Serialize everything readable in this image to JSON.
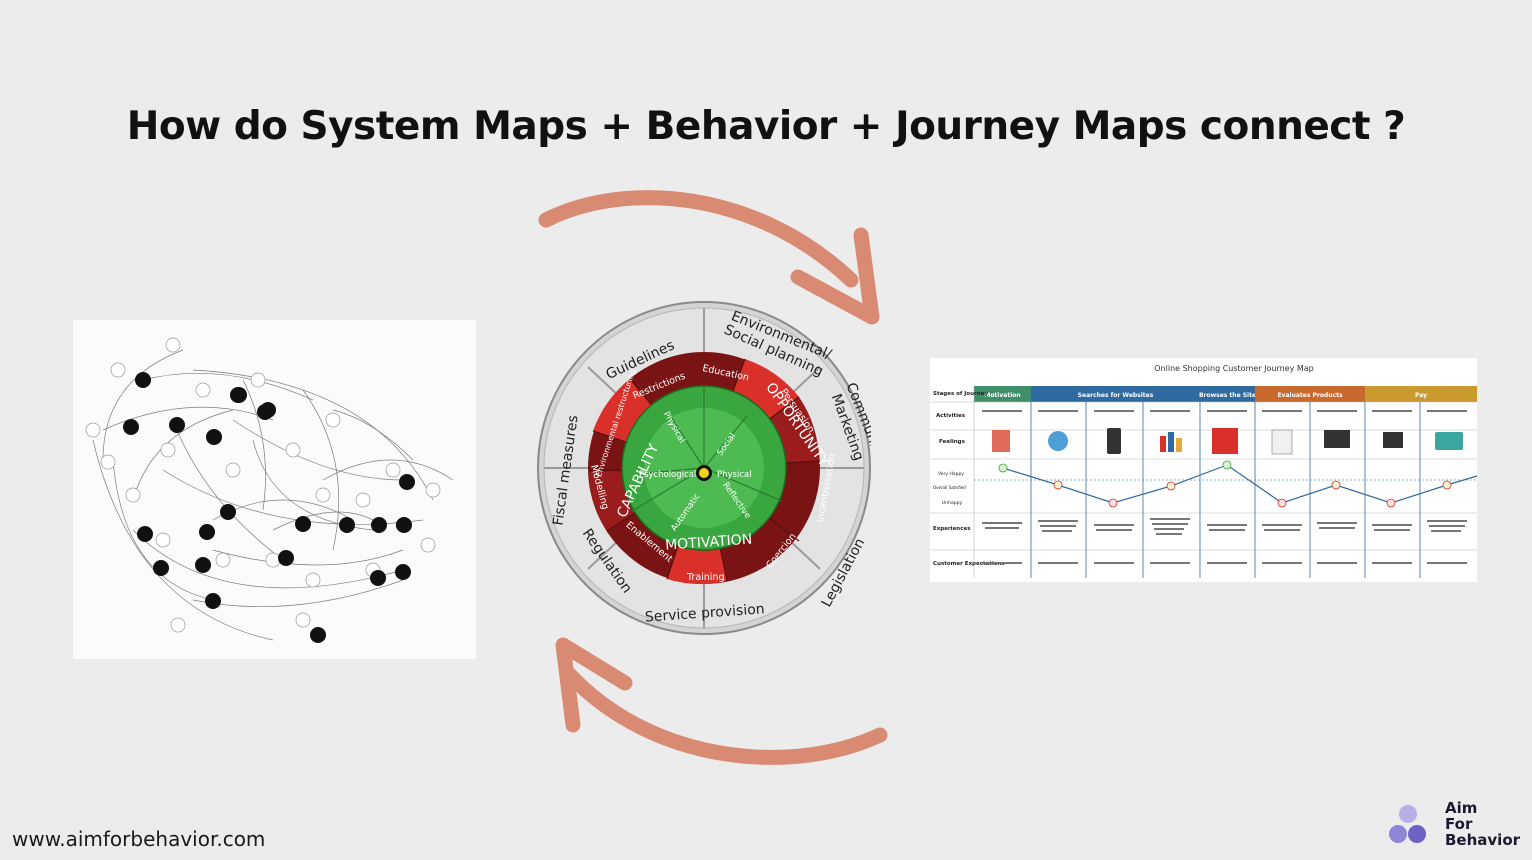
{
  "title": "How do System Maps + Behavior + Journey Maps connect ?",
  "footer": {
    "url": "www.aimforbehavior.com"
  },
  "logo": {
    "line1": "Aim",
    "line2": "For",
    "line3": "Behavior"
  },
  "wheel": {
    "outer": [
      "Guidelines",
      "Environmental/",
      "Social planning",
      "Communication/",
      "Marketing",
      "Legislation",
      "Service provision",
      "Regulation",
      "Fiscal measures"
    ],
    "middle": [
      "Education",
      "Persuasion",
      "Incentivisation",
      "Coercion",
      "Training",
      "Enablement",
      "Modelling",
      "Environmental restructuring",
      "Restrictions"
    ],
    "inner": [
      "CAPABILITY",
      "OPPORTUNITY",
      "MOTIVATION"
    ],
    "core": [
      "Physical",
      "Social",
      "Psychological",
      "Physical",
      "Automatic",
      "Reflective"
    ]
  },
  "journey_map": {
    "title": "Online Shopping Customer Journey Map",
    "stages": [
      "Motivation",
      "Searches for Websites",
      "Browses the Site",
      "Evaluates Products",
      "Pay"
    ],
    "stage_colors": [
      "#3f8f6b",
      "#2f6aa0",
      "#2f6aa0",
      "#c8692e",
      "#c99a2e"
    ],
    "row_labels": [
      "Stages of Journey",
      "Activities",
      "Feelings",
      "Very Happy",
      "Overall Satisfied",
      "Unhappy",
      "Experiences",
      "Customer Expectations"
    ]
  },
  "colors": {
    "arrow": "#d98a72",
    "wheel_green": "#3aa63f",
    "wheel_red": "#d9302a",
    "wheel_dark": "#7a1414",
    "wheel_gray": "#d4d4d4"
  }
}
